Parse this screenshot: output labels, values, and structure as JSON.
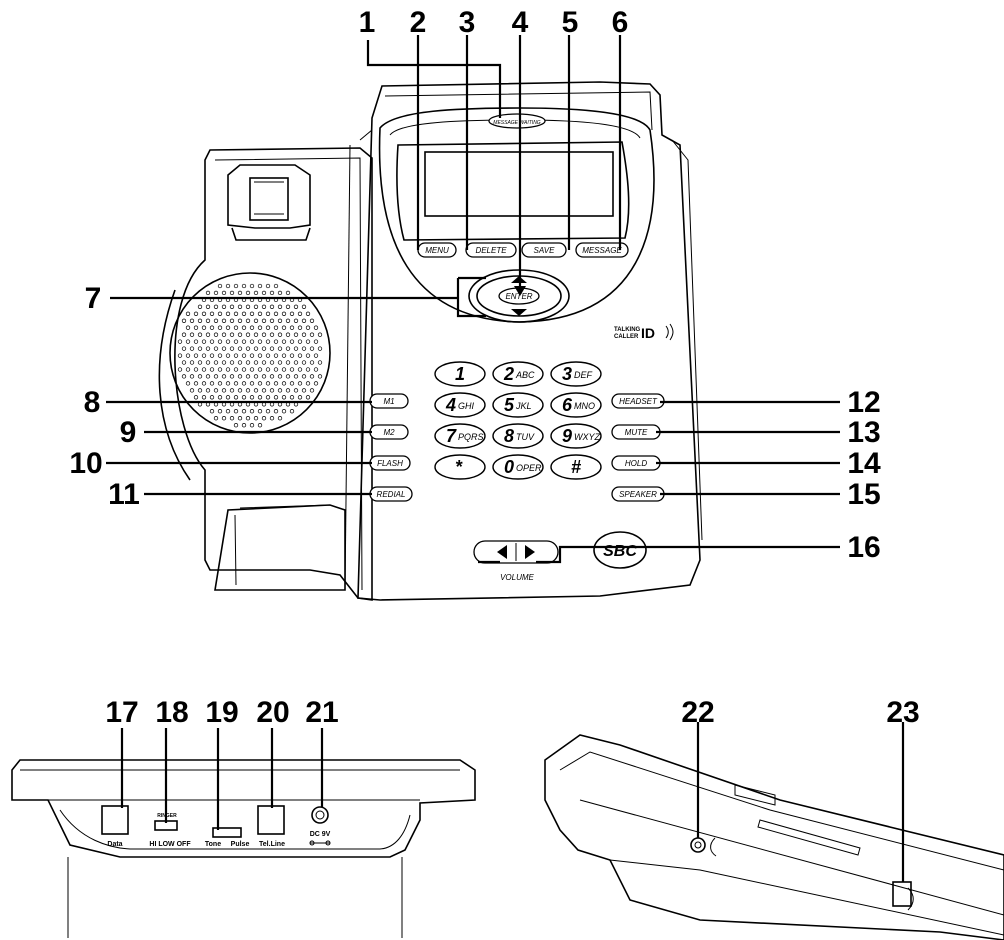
{
  "buttons": {
    "menu": "MENU",
    "delete": "DELETE",
    "save": "SAVE",
    "message": "MESSAGE",
    "enter": "ENTER",
    "message_waiting": "MESSAGE WAITING",
    "m1": "M1",
    "m2": "M2",
    "flash": "FLASH",
    "redial": "REDIAL",
    "headset": "HEADSET",
    "mute": "MUTE",
    "hold": "HOLD",
    "speaker": "SPEAKER",
    "volume": "VOLUME"
  },
  "keypad": [
    {
      "digit": "1",
      "letters": ""
    },
    {
      "digit": "2",
      "letters": "ABC"
    },
    {
      "digit": "3",
      "letters": "DEF"
    },
    {
      "digit": "4",
      "letters": "GHI"
    },
    {
      "digit": "5",
      "letters": "JKL"
    },
    {
      "digit": "6",
      "letters": "MNO"
    },
    {
      "digit": "7",
      "letters": "PQRS"
    },
    {
      "digit": "8",
      "letters": "TUV"
    },
    {
      "digit": "9",
      "letters": "WXYZ"
    },
    {
      "digit": "*",
      "letters": ""
    },
    {
      "digit": "0",
      "letters": "OPER"
    },
    {
      "digit": "#",
      "letters": ""
    }
  ],
  "branding": {
    "talking_caller_id_top": "TALKING",
    "talking_caller_id_bottom": "CALLER",
    "id_mark": "ID",
    "sbc_logo": "SBC"
  },
  "back_panel": {
    "data": "Data",
    "ringer": "RINGER",
    "ringer_positions": "HI  LOW  OFF",
    "tone": "Tone",
    "pulse": "Pulse",
    "tel_line": "Tel.Line",
    "dc": "DC 9V"
  },
  "callouts": [
    "1",
    "2",
    "3",
    "4",
    "5",
    "6",
    "7",
    "8",
    "9",
    "10",
    "11",
    "12",
    "13",
    "14",
    "15",
    "16",
    "17",
    "18",
    "19",
    "20",
    "21",
    "22",
    "23"
  ]
}
